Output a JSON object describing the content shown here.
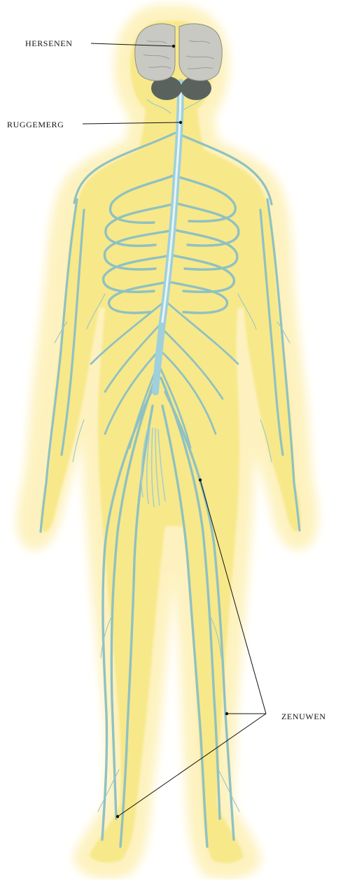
{
  "labels": {
    "brain": "HERSENEN",
    "spinal_cord": "RUGGEMERG",
    "nerves": "ZENUWEN"
  },
  "colors": {
    "body_glow": "#fdf2bf",
    "body_fill": "#f7e88a",
    "nerve": "#8fc1c2",
    "nerve_dark": "#6fa9ad",
    "spine": "#9fd0db",
    "brain": "#c9c9c4",
    "cerebellum": "#5a625e",
    "leader_line": "#111111"
  }
}
